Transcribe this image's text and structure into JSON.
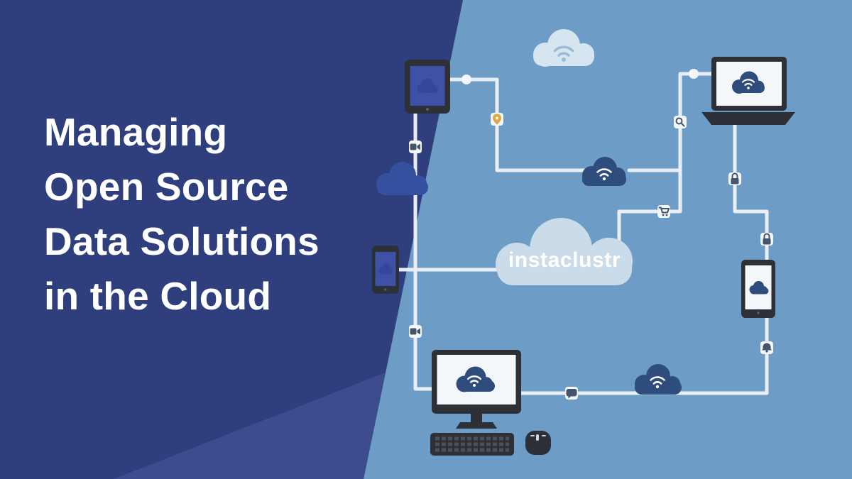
{
  "title": {
    "lines": [
      "Managing",
      "Open Source",
      "Data Solutions",
      "in the Cloud"
    ]
  },
  "cloud_brand": {
    "wordmark": "instaclustr"
  },
  "colors": {
    "panel_navy": "#2f3e7d",
    "panel_accent": "#3c4c8f",
    "sky_blue": "#6d9dc7",
    "cloud_light": "#cadcea",
    "cloud_light_top": "#d7e5f0",
    "cloud_dark": "#2e4d7c",
    "cloud_indigo": "#35509e",
    "device_frame": "#2d3037",
    "screen_indigo": "#3e51a6",
    "screen_white": "#f3f7fa",
    "screen_cloud": "#35479b",
    "connector_line": "#e9eef4",
    "node_fill": "#f3f7fa",
    "node_glyph": "#44566b",
    "pin_accent": "#e2a43e",
    "wifi_light": "#96bcd9",
    "title_text": "#ffffff"
  },
  "illustration": {
    "devices": [
      "tablet",
      "laptop",
      "smartphone",
      "desktop-computer",
      "tablet-small"
    ],
    "icon_nodes": [
      "location-pin",
      "camera",
      "search",
      "lock",
      "shopping-cart",
      "padlock",
      "camera",
      "chat-bubble",
      "bell"
    ]
  }
}
